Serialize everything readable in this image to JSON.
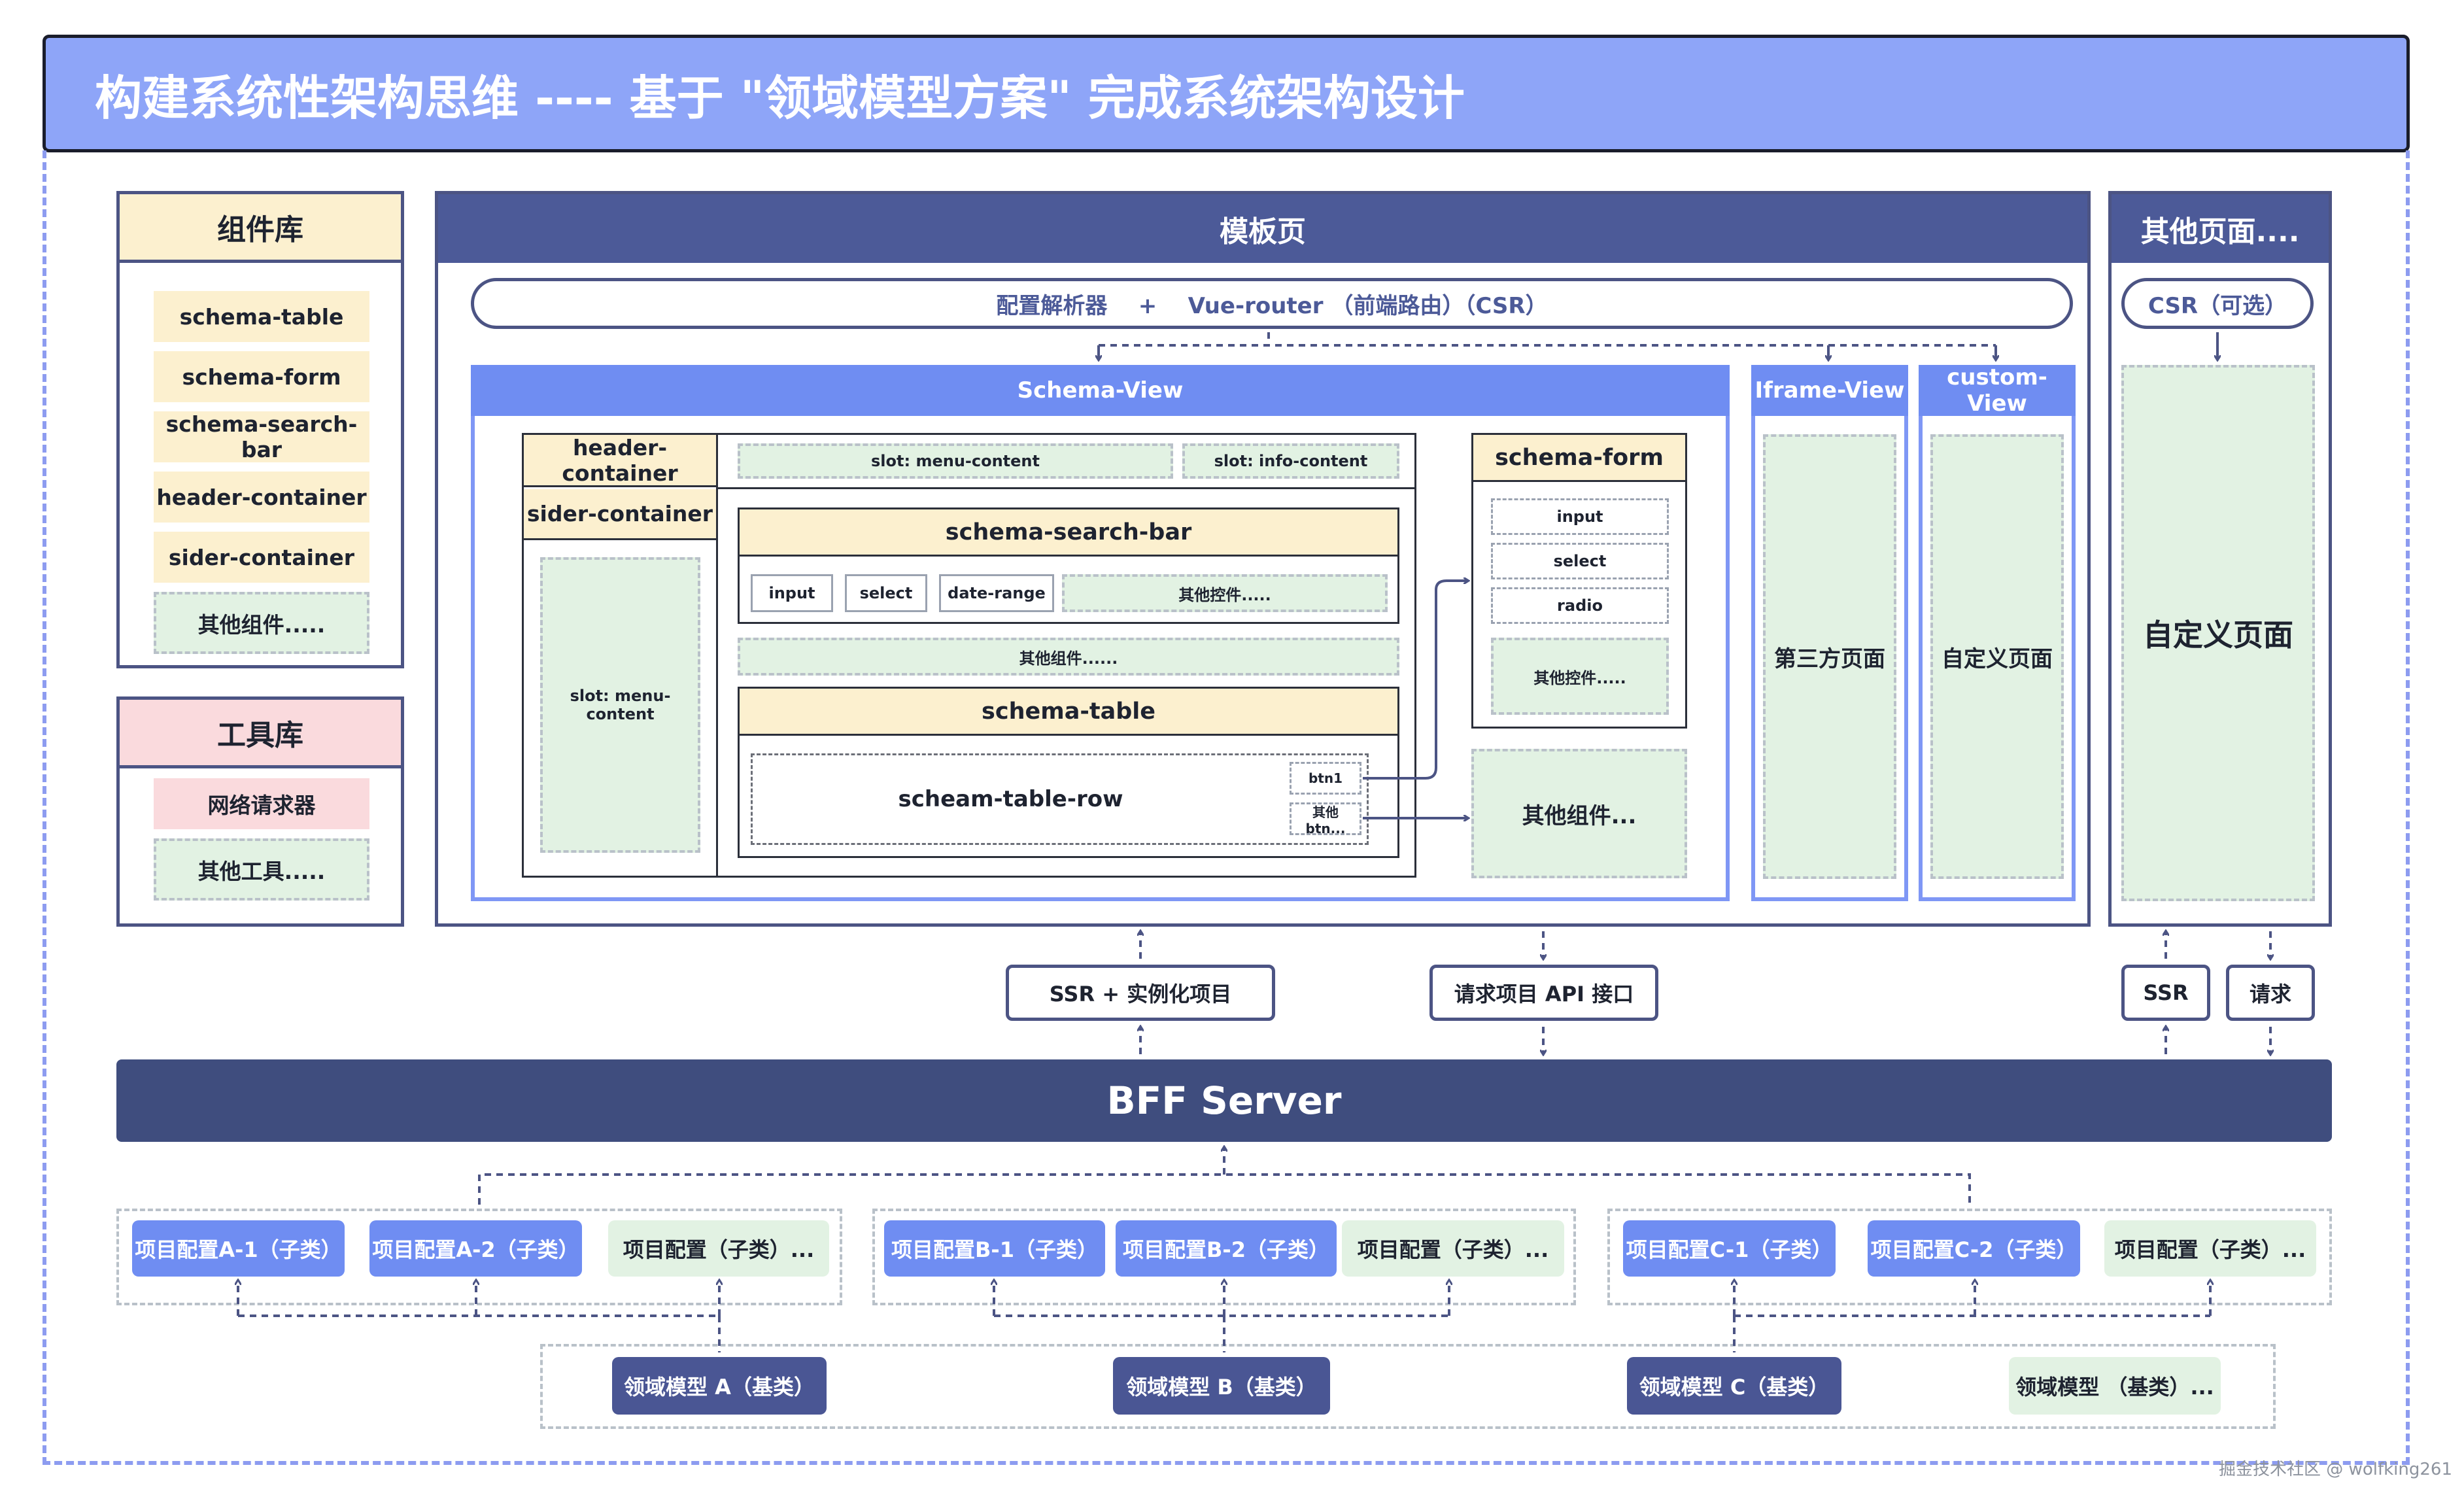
{
  "title": "构建系统性架构思维 ---- 基于 \"领域模型方案\" 完成系统架构设计",
  "component_lib": {
    "title": "组件库",
    "items": [
      "schema-table",
      "schema-form",
      "schema-search-bar",
      "header-container",
      "sider-container"
    ],
    "other": "其他组件....."
  },
  "tool_lib": {
    "title": "工具库",
    "item": "网络请求器",
    "other": "其他工具....."
  },
  "template_page": {
    "title": "模板页",
    "router_pill": "配置解析器    +    Vue-router （前端路由）（CSR）",
    "schema_view": "Schema-View",
    "header_container": "header-container",
    "slot_menu_content_top": "slot: menu-content",
    "slot_info_content": "slot: info-content",
    "sider_container": "sider-container",
    "slot_menu_content": "slot: menu-content",
    "search_bar_title": "schema-search-bar",
    "search_inputs": [
      "input",
      "select",
      "date-range"
    ],
    "search_other_controls": "其他控件.....",
    "other_components_mid": "其他组件......",
    "table_title": "schema-table",
    "table_row": "scheam-table-row",
    "btn1": "btn1",
    "btn_other": "其他 btn...",
    "schema_form_title": "schema-form",
    "form_inputs": [
      "input",
      "select",
      "radio"
    ],
    "form_other_controls": "其他控件.....",
    "other_components_right": "其他组件...",
    "iframe_view": "Iframe-View",
    "third_party_page": "第三方页面",
    "custom_view": "custom-View",
    "custom_page": "自定义页面"
  },
  "other_pages": {
    "title": "其他页面....",
    "csr": "CSR（可选）",
    "custom_page": "自定义页面"
  },
  "middle": {
    "ssr_instantiate": "SSR + 实例化项目",
    "request_api": "请求项目 API 接口",
    "ssr": "SSR",
    "request": "请求"
  },
  "bff": "BFF Server",
  "configs": {
    "a": [
      "项目配置A-1（子类）",
      "项目配置A-2（子类）",
      "项目配置（子类）..."
    ],
    "b": [
      "项目配置B-1（子类）",
      "项目配置B-2（子类）",
      "项目配置（子类）..."
    ],
    "c": [
      "项目配置C-1（子类）",
      "项目配置C-2（子类）",
      "项目配置（子类）..."
    ]
  },
  "models": [
    "领域模型 A（基类）",
    "领域模型 B（基类）",
    "领域模型 C（基类）",
    "领域模型 （基类）..."
  ],
  "watermark": "掘金技术社区 @ wolfking261",
  "colors": {
    "title_bg": "#8ea5f8",
    "navy": "#4c5a98",
    "blue": "#6f8df2",
    "yellow": "#fcf0cf",
    "green": "#e2f2e3",
    "pink": "#fadadd",
    "bff": "#3f4d7e"
  }
}
